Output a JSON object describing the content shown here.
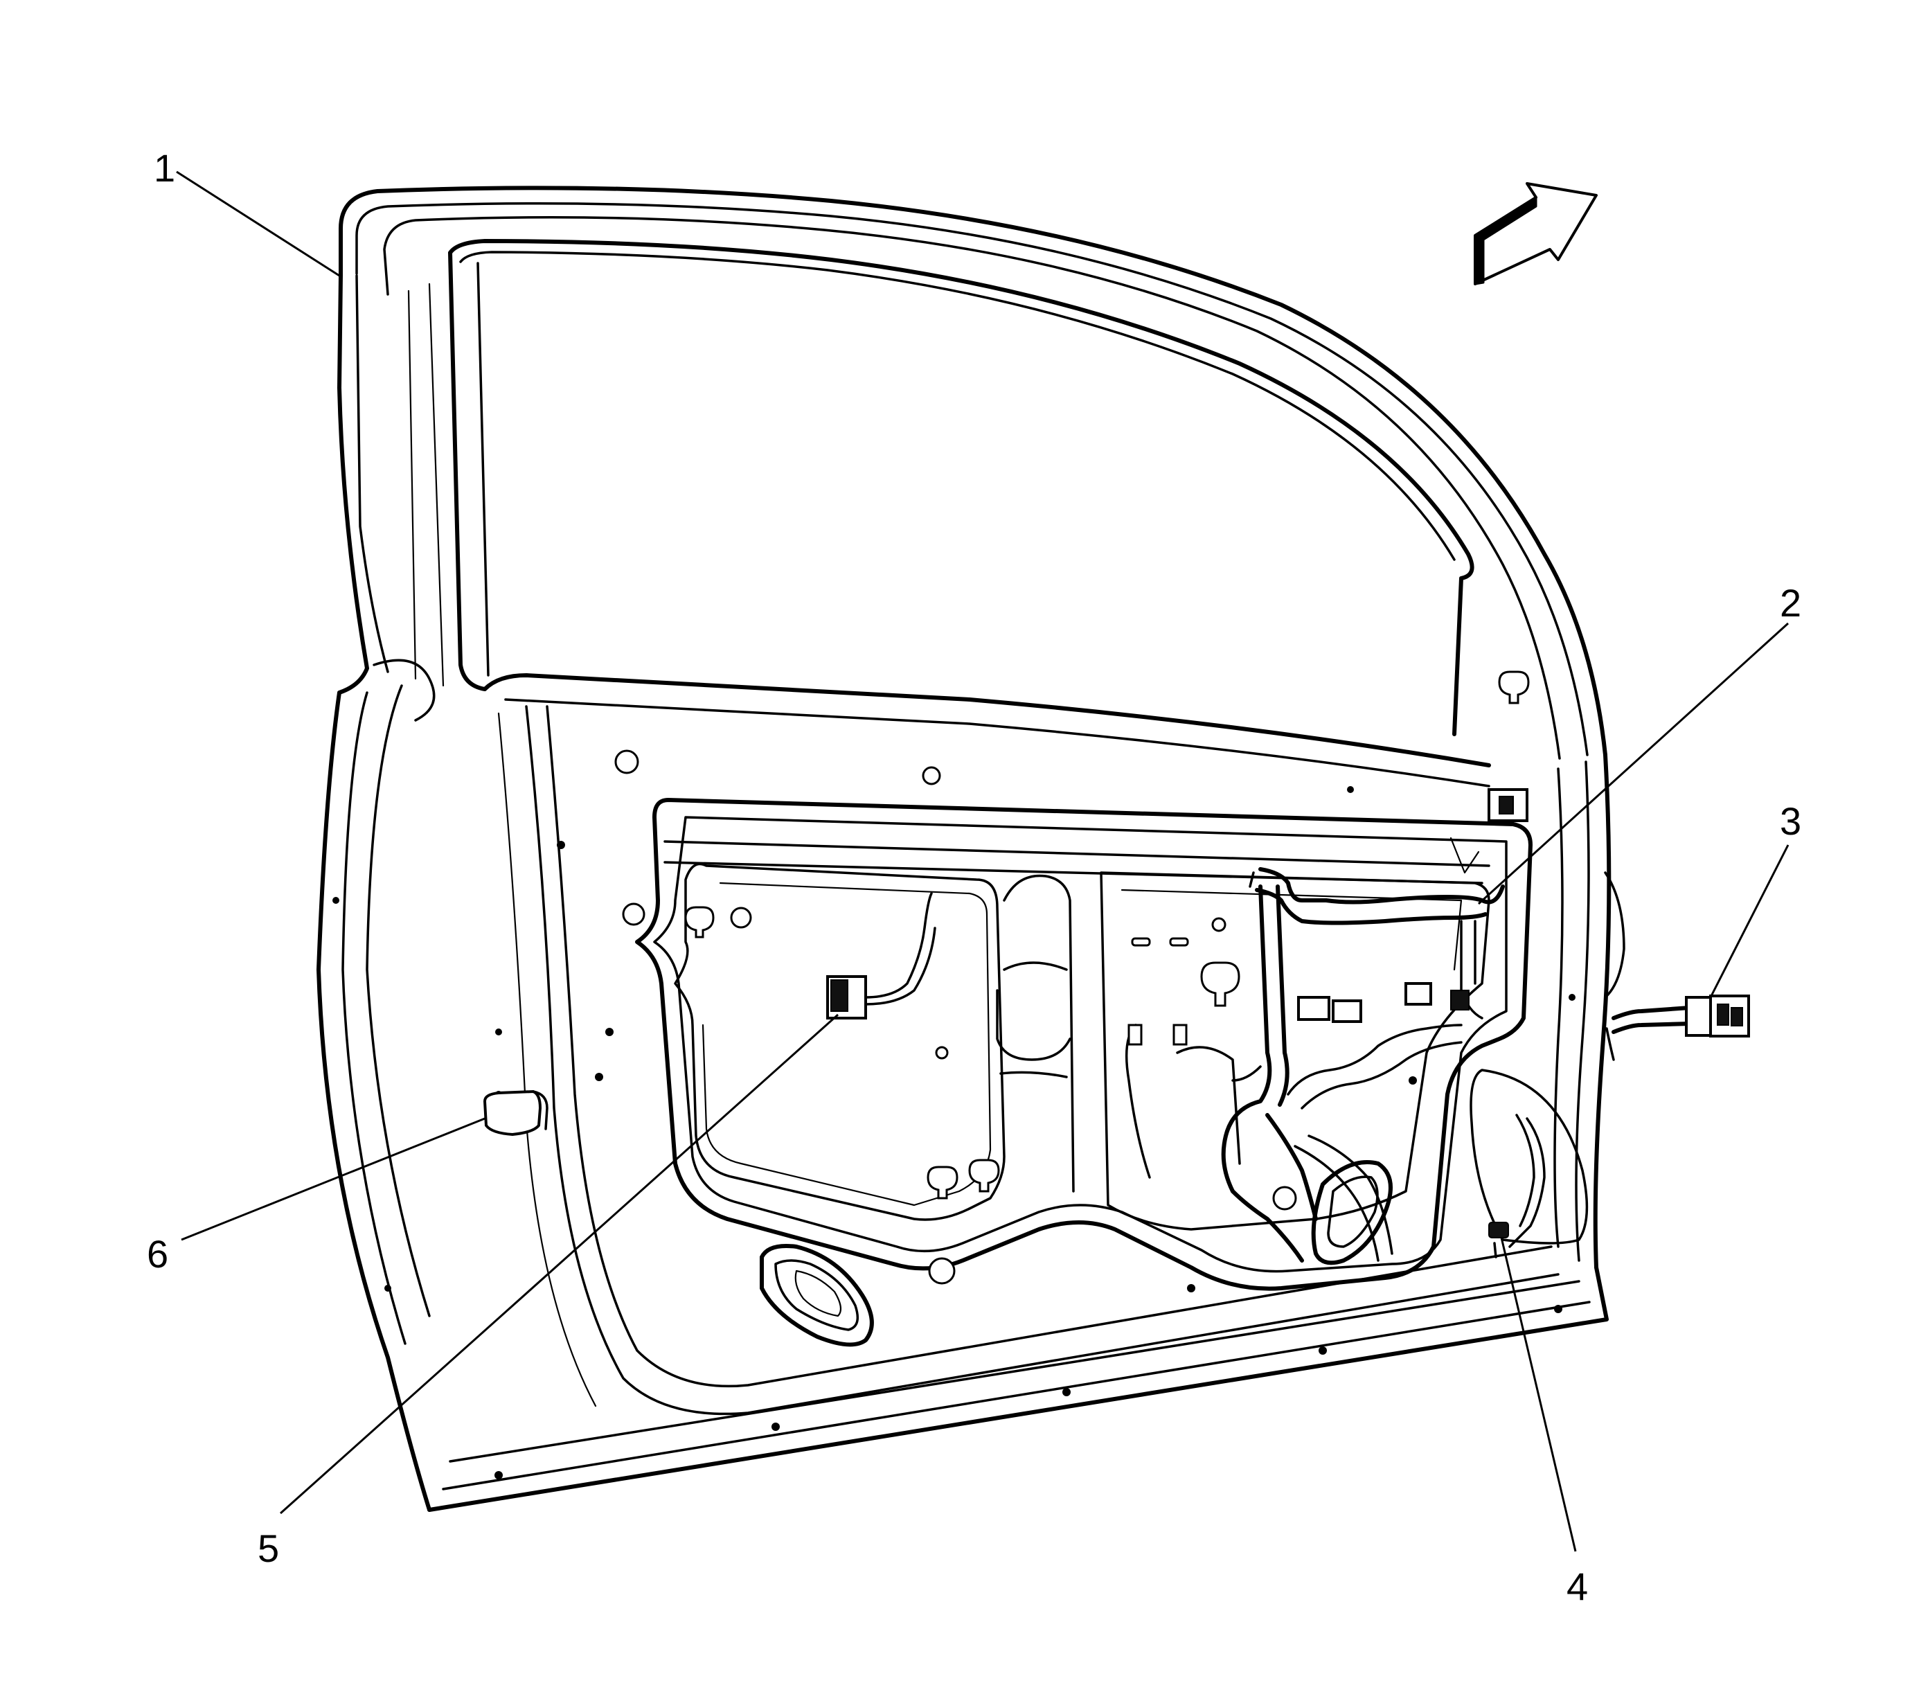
{
  "callouts": [
    {
      "id": "1",
      "label": "1"
    },
    {
      "id": "2",
      "label": "2"
    },
    {
      "id": "3",
      "label": "3"
    },
    {
      "id": "4",
      "label": "4"
    },
    {
      "id": "5",
      "label": "5"
    },
    {
      "id": "6",
      "label": "6"
    }
  ],
  "icons": {
    "direction_arrow": "forward-direction-arrow-icon"
  }
}
